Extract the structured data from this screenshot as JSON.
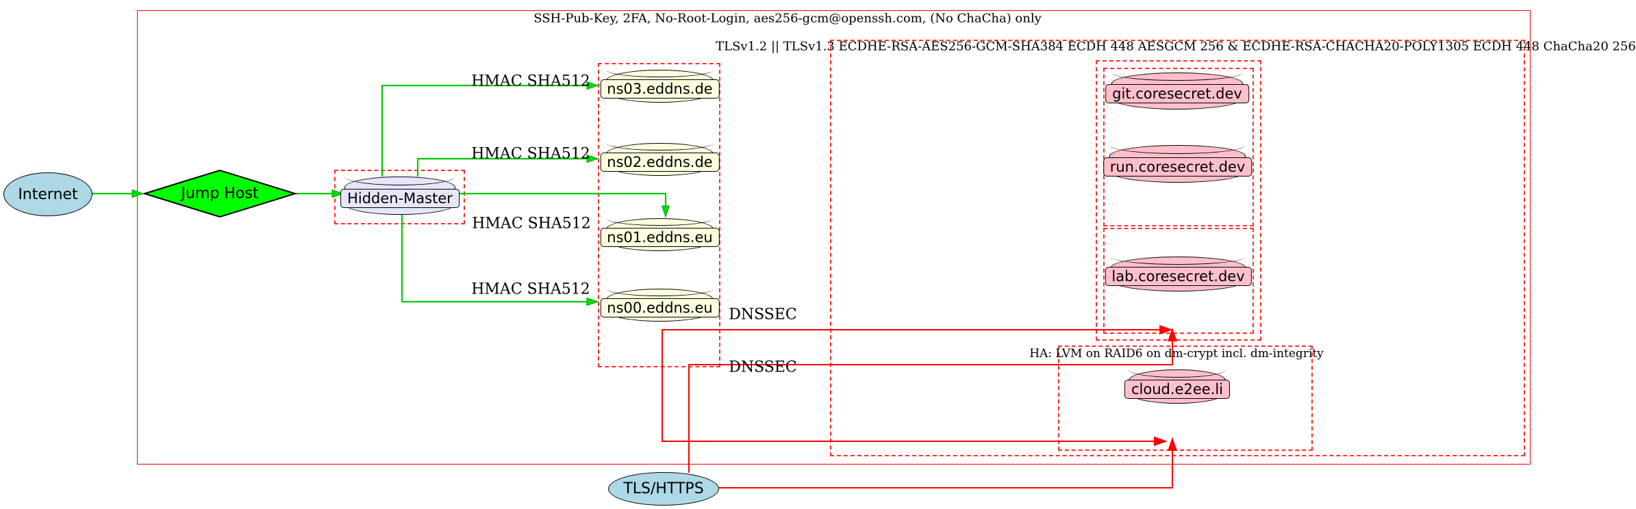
{
  "cluster_labels": {
    "ssh": "SSH-Pub-Key, 2FA, No-Root-Login, aes256-gcm@openssh.com, (No ChaCha) only",
    "tls": "TLSv1.2 || TLSv1.3 ECDHE-RSA-AES256-GCM-SHA384 ECDH 448 AESGCM 256 & ECDHE-RSA-CHACHA20-POLY1305 ECDH 448 ChaCha20 256",
    "ha": "HA: LVM on RAID6 on dm-crypt incl. dm-integrity"
  },
  "nodes": {
    "internet": "Internet",
    "jump_host": "Jump Host",
    "hidden_master": "Hidden-Master",
    "ns03": "ns03.eddns.de",
    "ns02": "ns02.eddns.de",
    "ns01": "ns01.eddns.eu",
    "ns00": "ns00.eddns.eu",
    "git": "git.coresecret.dev",
    "run": "run.coresecret.dev",
    "lab": "lab.coresecret.dev",
    "cloud": "cloud.e2ee.li",
    "tls_https": "TLS/HTTPS"
  },
  "edge_labels": {
    "hmac": "HMAC SHA512",
    "dnssec": "DNSSEC"
  },
  "colors": {
    "edge_green": "#00cc00",
    "arrow_green": "#00dd00",
    "edge_red": "#ff0000",
    "box_dashed_red": "#ff2d2d",
    "fill_lightblue": "#add8e6",
    "fill_green": "#00ff00",
    "fill_lavender": "#e6e6fa",
    "fill_lightyellow": "#ffffe0",
    "fill_pink": "#ffc0cb"
  }
}
